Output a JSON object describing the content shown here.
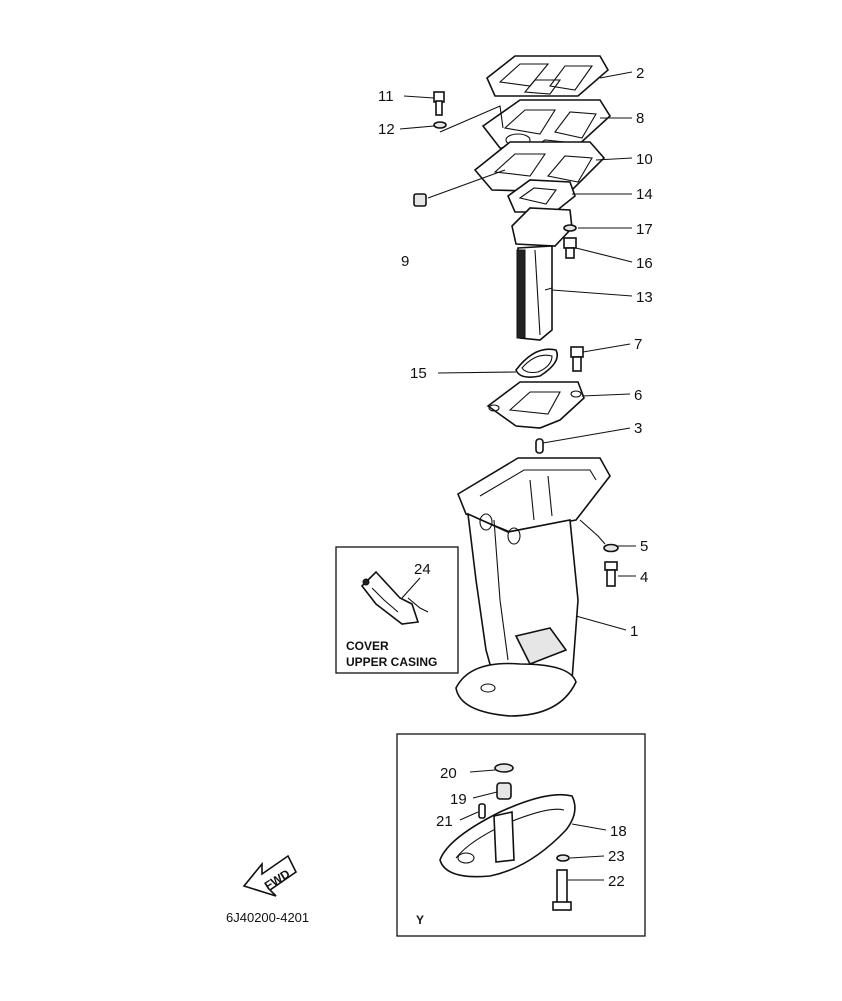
{
  "labels": {
    "p1": "1",
    "p2": "2",
    "p3": "3",
    "p4": "4",
    "p5": "5",
    "p6": "6",
    "p7": "7",
    "p8": "8",
    "p9": "9",
    "p10": "10",
    "p11": "11",
    "p12": "12",
    "p13": "13",
    "p14": "14",
    "p15": "15",
    "p16": "16",
    "p17": "17",
    "p18": "18",
    "p19": "19",
    "p20": "20",
    "p21": "21",
    "p22": "22",
    "p23": "23",
    "p24": "24"
  },
  "inset_cover": {
    "line1": "COVER",
    "line2": "UPPER CASING"
  },
  "inset_y": {
    "tag": "Y"
  },
  "fwd": {
    "label": "FWD"
  },
  "diagram_code": "6J40200-4201"
}
